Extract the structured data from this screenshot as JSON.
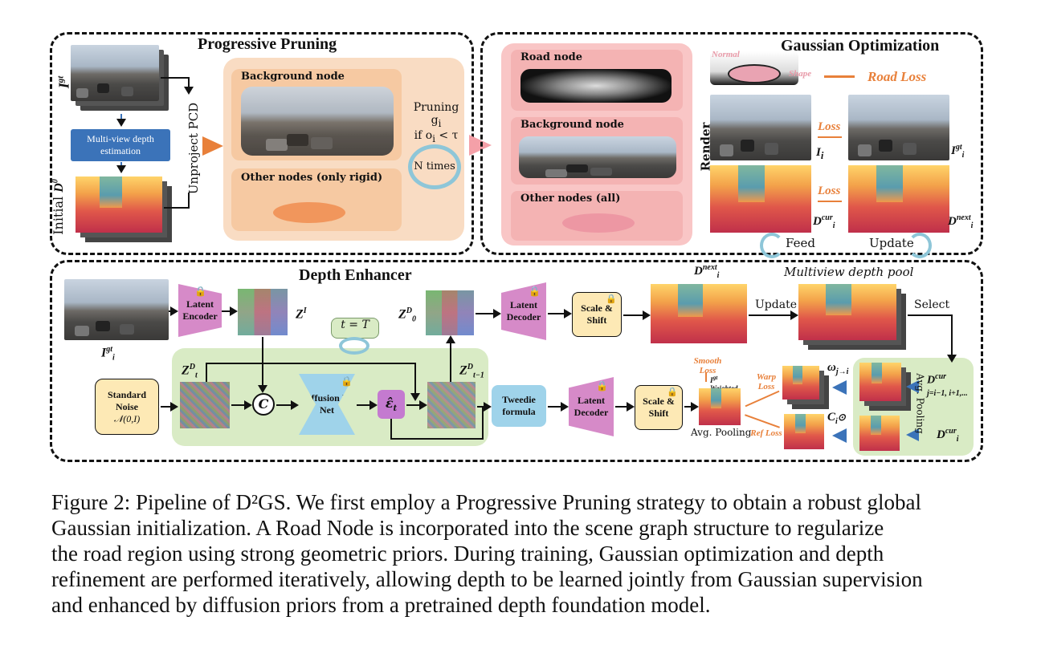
{
  "pruning": {
    "title": "Progressive Pruning",
    "igt": "I",
    "igt_sup": "gt",
    "mvd_label": "Multi-view depth estimation",
    "initial_label": "Initial",
    "d0": "D",
    "d0_sup": "0",
    "unproject": "Unproject PCD",
    "bg_node": "Background node",
    "other_rigid": "Other nodes (only rigid)",
    "pruning_text": "Pruning g",
    "pruning_sub": "i",
    "pruning_cond": "if o",
    "pruning_cond_sub": "i",
    "pruning_cond_rest": " < τ",
    "n_times": "N times"
  },
  "optimization": {
    "title": "Gaussian Optimization",
    "road_node": "Road node",
    "bg_node": "Background node",
    "other_all": "Other nodes (all)",
    "normal": "Normal",
    "shape": "Shape",
    "road_loss": "Road Loss",
    "render": "Render",
    "loss1": "Loss",
    "loss2": "Loss",
    "ii": "I",
    "ii_sub": "i",
    "igt": "I",
    "igt_sup": "gt",
    "igt_sub": "i",
    "dcur": "D",
    "dcur_sup": "cur",
    "dcur_sub": "i",
    "dnext": "D",
    "dnext_sup": "next",
    "dnext_sub": "i",
    "feed": "Feed",
    "update": "Update"
  },
  "enhancer": {
    "title": "Depth Enhancer",
    "latent_encoder": "Latent Encoder",
    "z_ii": "Z",
    "z_ii_sup": "I",
    "z0": "Z",
    "z0_sup": "D",
    "z0_sub": "0",
    "latent_decoder1": "Latent Decoder",
    "scale_shift1": "Scale & Shift",
    "dnext": "D",
    "dnext_sup": "next",
    "dnext_sub": "i",
    "update": "Update",
    "multiview_pool": "Multiview depth pool",
    "select": "Select",
    "igt": "I",
    "igt_sup": "gt",
    "igt_sub": "i",
    "t_eq": "t = T",
    "zt": "Z",
    "zt_sup": "D",
    "zt_sub": "t",
    "zt1": "Z",
    "zt1_sup": "D",
    "zt1_sub": "t−1",
    "standard_noise": "Standard Noise",
    "noise_dist": "𝒩(0,I)",
    "concat": "C",
    "unet": "Diffusion U-Net",
    "eps": "ε̂",
    "eps_sub": "t",
    "tweedie": "Tweedie formula",
    "latent_decoder2": "Latent Decoder",
    "scale_shift2": "Scale & Shift",
    "smooth_loss": "Smooth Loss",
    "weighted_sup": "gt",
    "weighted": "Weighted",
    "avg_pooling1": "Avg. Pooling",
    "warp_loss": "Warp Loss",
    "ref_loss": "Ref Loss",
    "omega": "ω",
    "omega_sub": "j→i",
    "ci": "C",
    "ci_sub": "i",
    "dcur_j": "D",
    "dcur_j_sup": "cur",
    "dcur_j_sub": "j=i−1, i+1,...",
    "avg_pooling2": "Avg. Pooling",
    "dcur_i": "D",
    "dcur_i_sup": "cur",
    "dcur_i_sub": "i"
  },
  "caption": {
    "line1": "Figure 2: Pipeline of D²GS. We first employ a Progressive Pruning strategy to obtain a robust global",
    "line2": "Gaussian initialization.  A Road Node is incorporated into the scene graph structure to regularize",
    "line3": "the road region using strong geometric priors. During training, Gaussian optimization and depth",
    "line4": "refinement are performed iteratively, allowing depth to be learned jointly from Gaussian supervision",
    "line5": "and enhanced by diffusion priors from a pretrained depth foundation model."
  },
  "colors": {
    "orange": "#e8803a",
    "pink_panel": "#f9c6c6",
    "peach_panel": "#f9dcc3",
    "green_panel": "#d9ebc5",
    "blue_box": "#3b73b9",
    "pink_box": "#d68ac8",
    "yellow_box": "#fde9b5",
    "cyan_box": "#9fd3ea"
  }
}
